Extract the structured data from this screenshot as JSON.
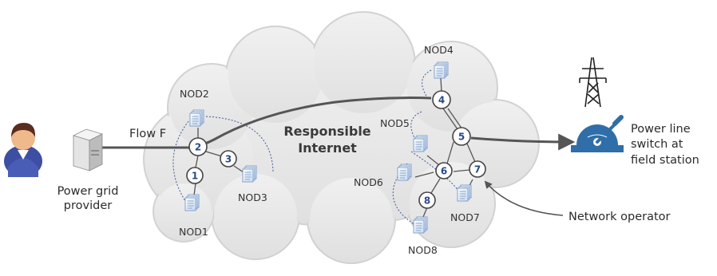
{
  "cloud": {
    "line1": "Responsible",
    "line2": "Internet"
  },
  "actors": {
    "provider_label_1": "Power grid",
    "provider_label_2": "provider",
    "switch_label_1": "Power line",
    "switch_label_2": "switch at",
    "switch_label_3": "field station",
    "operator_label": "Network operator"
  },
  "flow_label": "Flow F",
  "servers": [
    "NOD1",
    "NOD2",
    "NOD3",
    "NOD4",
    "NOD5",
    "NOD6",
    "NOD7",
    "NOD8"
  ],
  "routers": [
    "1",
    "2",
    "3",
    "4",
    "5",
    "6",
    "7",
    "8"
  ],
  "colors": {
    "cloud_fill": "#e8e8e8",
    "cloud_edge": "#cfcfcf",
    "flow_line": "#555555",
    "router_stroke": "#444444",
    "router_text": "#2a4a8a",
    "dashed": "#3c5a99",
    "switch_blue": "#2f6ea8"
  },
  "icons": [
    "person-icon",
    "server-icon",
    "document-stack-icon",
    "power-tower-icon",
    "switch-icon"
  ]
}
